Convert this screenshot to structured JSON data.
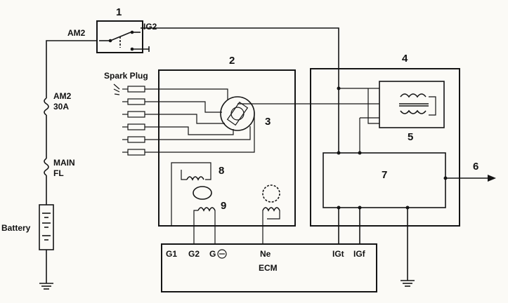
{
  "numbers": {
    "n1": "1",
    "n2": "2",
    "n3": "3",
    "n4": "4",
    "n5": "5",
    "n6": "6",
    "n7": "7",
    "n8": "8",
    "n9": "9"
  },
  "labels": {
    "am2_switch": "AM2",
    "ig2": "IG2",
    "spark_plug": "Spark Plug",
    "fuse_am2_name": "AM2",
    "fuse_am2_rating": "30A",
    "fuse_main_name": "MAIN",
    "fuse_main_rating": "FL",
    "battery": "Battery",
    "ecm": "ECM"
  },
  "terminals": {
    "g1": "G1",
    "g2": "G2",
    "g_minus": "G",
    "ne": "Ne",
    "igt": "IGt",
    "igf": "IGf"
  },
  "icons": {
    "switch": "ignition-switch-icon",
    "fuse": "fuse-icon",
    "battery": "battery-icon",
    "ground": "ground-icon",
    "coil": "ignition-coil-icon",
    "distributor": "distributor-cap-icon",
    "pickup": "pickup-coil-icon",
    "rotor": "signal-rotor-icon",
    "plug": "spark-plug-icon"
  }
}
